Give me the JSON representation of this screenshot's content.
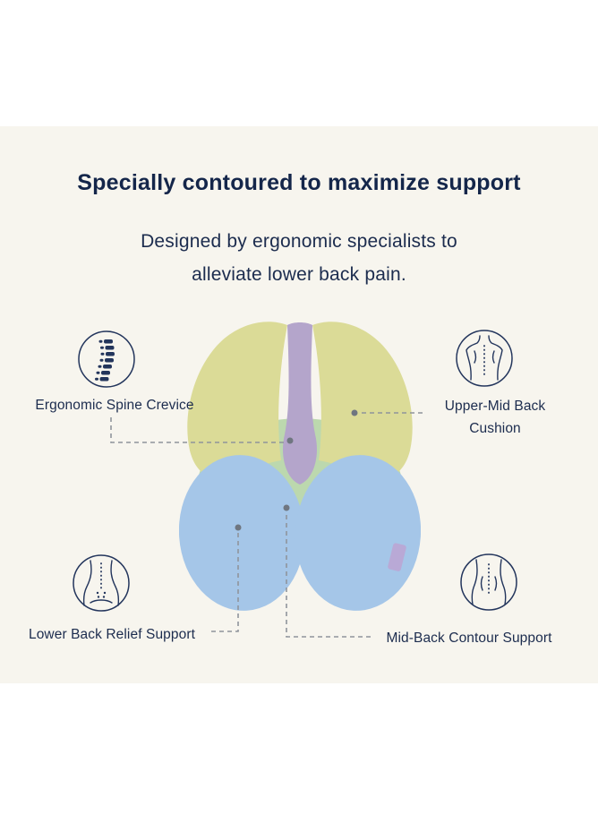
{
  "header": {
    "title": "Specially contoured to maximize support",
    "subtitle_lines": [
      "Designed by ergonomic specialists to",
      "alleviate lower back pain."
    ]
  },
  "callouts": {
    "spine_crevice": {
      "label": "Ergonomic Spine Crevice",
      "icon": "spine-icon"
    },
    "upper_mid_back": {
      "label": "Upper-Mid Back Cushion",
      "icon": "upper-back-icon"
    },
    "lower_back": {
      "label": "Lower Back Relief Support",
      "icon": "lower-back-icon"
    },
    "mid_back": {
      "label": "Mid-Back Contour Support",
      "icon": "mid-back-icon"
    }
  },
  "colors": {
    "background": "#ffffff",
    "card": "#f7f5ee",
    "text": "#1c2c4e",
    "connector_line": "#8f949c",
    "cushion_yellow": "#dbdb97",
    "cushion_purple": "#b4a5cb",
    "cushion_blue": "#a5c6e8",
    "cushion_green": "#bcd8ae",
    "brand_tag": "#b9a9d6"
  }
}
